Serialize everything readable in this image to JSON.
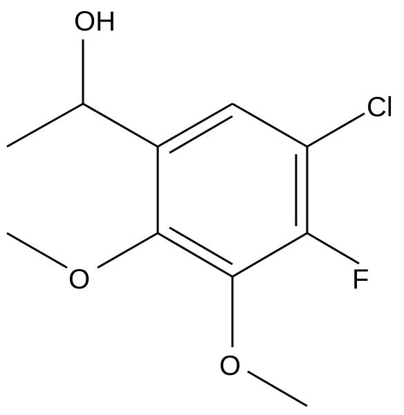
{
  "structure": {
    "atom_labels": {
      "hydroxyl": "OH",
      "chloro": "Cl",
      "fluoro": "F",
      "methoxy_left_oxygen": "O",
      "methoxy_bottom_oxygen": "O"
    }
  },
  "colors": {
    "background": "#ffffff",
    "ink": "#000000"
  }
}
